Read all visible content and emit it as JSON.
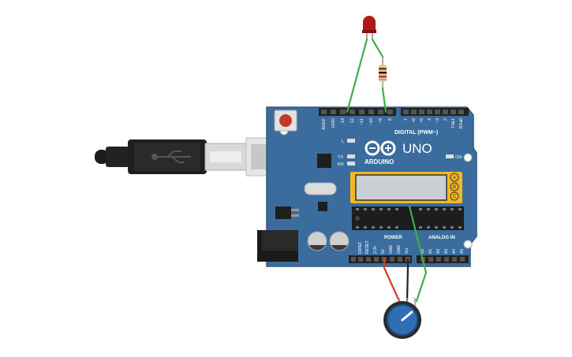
{
  "board": {
    "brand": "ARDUINO",
    "model": "UNO",
    "digital_header_label": "DIGITAL (PWM~)",
    "digital_pins_left": [
      "AREF",
      "GND",
      "13",
      "12",
      "~11",
      "~10",
      "~9",
      "8"
    ],
    "digital_pins_right": [
      "7",
      "~6",
      "~5",
      "4",
      "~3",
      "2",
      "TX▸1",
      "RX◂0"
    ],
    "power_header_label": "POWER",
    "analog_header_label": "ANALOG IN",
    "power_pins": [
      "IOREF",
      "RESET",
      "3.3V",
      "5V",
      "GND",
      "GND",
      "Vin"
    ],
    "analog_pins": [
      "A0",
      "A1",
      "A2",
      "A3",
      "A4",
      "A5"
    ],
    "led_labels": {
      "l": "L",
      "tx": "TX",
      "rx": "RX",
      "on": "ON"
    }
  },
  "lcd": {
    "buttons": [
      "A",
      "B",
      "C"
    ]
  },
  "colors": {
    "board": "#3a6d9e",
    "board_edge": "#2e5a85",
    "wire_green": "#3fae49",
    "wire_red": "#d43c2c",
    "wire_black": "#222222",
    "lcd_frame": "#f2b824",
    "lcd_screen": "#c9cfd2",
    "led_red": "#b01818",
    "pot_knob": "#2f6db5"
  },
  "icons": [
    "usb-icon",
    "arduino-infinity-logo"
  ]
}
